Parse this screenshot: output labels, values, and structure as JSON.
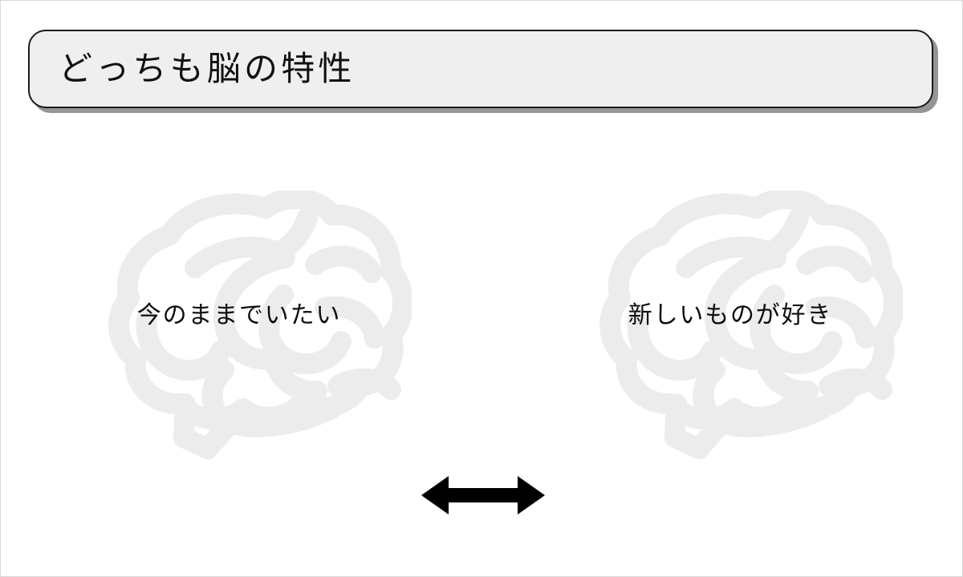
{
  "slide": {
    "title": "どっちも脳の特性",
    "background_color": "#ffffff"
  },
  "title_box": {
    "fill_color": "#efefef",
    "border_color": "#1a1a1a",
    "shadow_color": "#959595"
  },
  "comparison": {
    "left": {
      "label": "今のままでいたい",
      "icon": "brain-icon",
      "icon_color": "#ececec"
    },
    "right": {
      "label": "新しいものが好き",
      "icon": "brain-icon",
      "icon_color": "#ececec"
    },
    "connector": {
      "icon": "double-arrow-icon",
      "color": "#000000"
    }
  }
}
